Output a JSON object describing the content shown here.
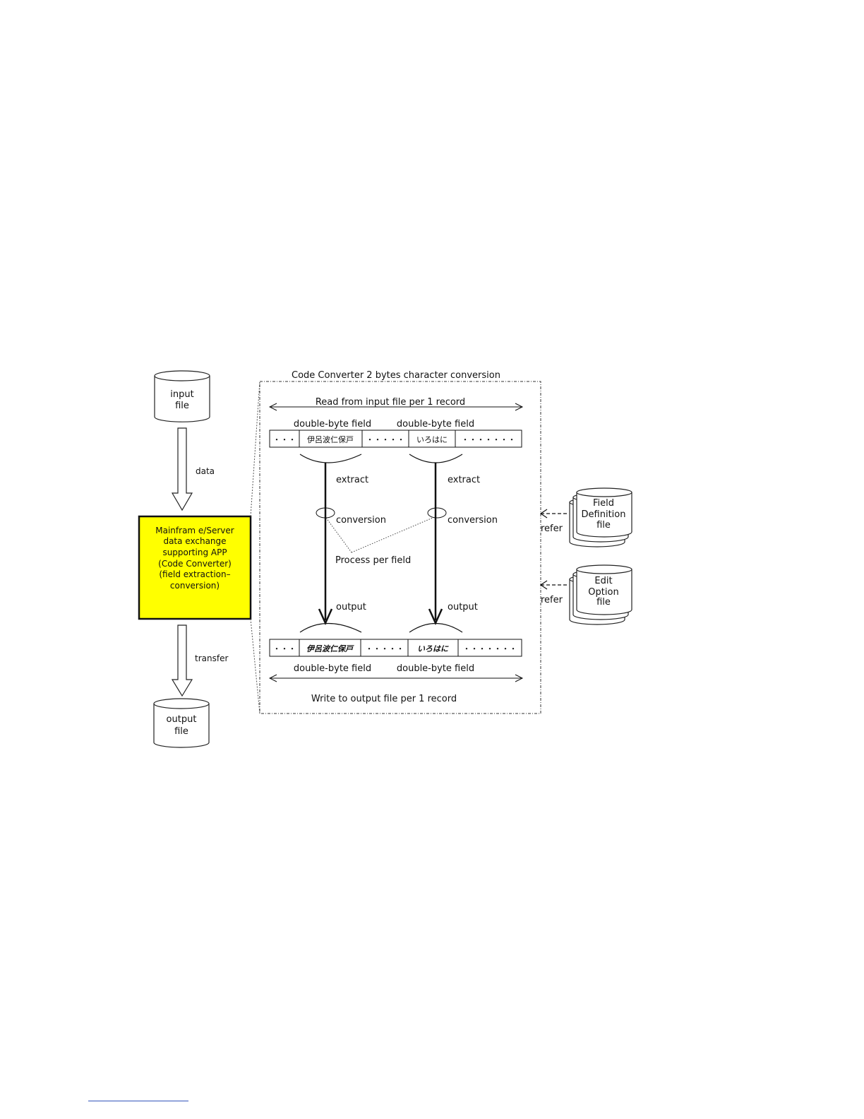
{
  "diagram": {
    "input_file": [
      "input",
      "file"
    ],
    "output_file": [
      "output",
      "file"
    ],
    "data_label": "data",
    "transfer_label": "transfer",
    "app_box": {
      "lines": [
        "Mainfram e/Server",
        "data exchange",
        "supporting APP",
        "(Code Converter)",
        "(field extraction–",
        "conversion)"
      ],
      "fill_color": "#ffff00"
    },
    "converter": {
      "title": "Code Converter 2 bytes character conversion",
      "read_label": "Read from input file per 1 record",
      "write_label": "Write to output file per 1 record",
      "input_field_labels": [
        "double-byte field",
        "double-byte field"
      ],
      "output_field_labels": [
        "double-byte field",
        "double-byte field"
      ],
      "input_record": [
        "・・・",
        "伊呂波仁保戸",
        "・・・・・",
        "いろはに",
        "・・・・・・・"
      ],
      "output_record": [
        "・・・",
        "伊呂波仁保戸",
        "・・・・・",
        "いろはに",
        "・・・・・・・"
      ],
      "extract_label": "extract",
      "conversion_label": "conversion",
      "output_label": "output",
      "process_label": "Process per field"
    },
    "field_definition_file": [
      "Field",
      "Definition",
      "file"
    ],
    "edit_option_file": [
      "Edit",
      "Option",
      "file"
    ],
    "refer_label": "refer"
  }
}
